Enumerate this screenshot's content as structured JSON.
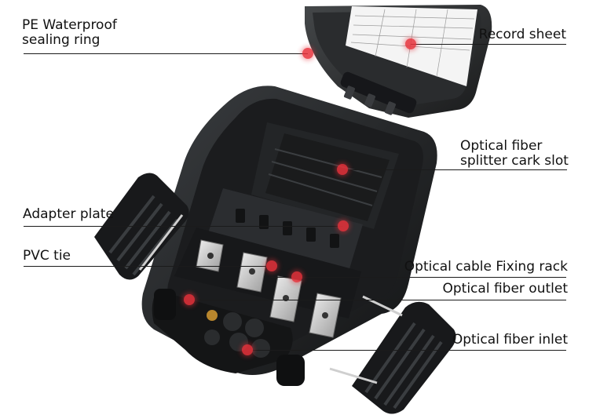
{
  "callouts": [
    {
      "id": "pe-waterproof-sealing-ring",
      "lines": [
        "PE Waterproof",
        "sealing ring"
      ]
    },
    {
      "id": "record-sheet",
      "lines": [
        "Record sheet"
      ]
    },
    {
      "id": "optical-fiber-splitter-cark-slot",
      "lines": [
        "Optical fiber",
        "splitter cark slot"
      ]
    },
    {
      "id": "adapter-plate",
      "lines": [
        "Adapter plate"
      ]
    },
    {
      "id": "pvc-tie",
      "lines": [
        "PVC tie"
      ]
    },
    {
      "id": "optical-cable-fixing-rack",
      "lines": [
        "Optical cable Fixing rack"
      ]
    },
    {
      "id": "optical-fiber-outlet",
      "lines": [
        "Optical fiber outlet"
      ]
    },
    {
      "id": "optical-fiber-inlet",
      "lines": [
        "Optical fiber inlet"
      ]
    }
  ],
  "colors": {
    "marker": "#e8323b",
    "leader": "#1b1b1b",
    "enclosure": "#1e2022",
    "label_text": "#111111"
  }
}
